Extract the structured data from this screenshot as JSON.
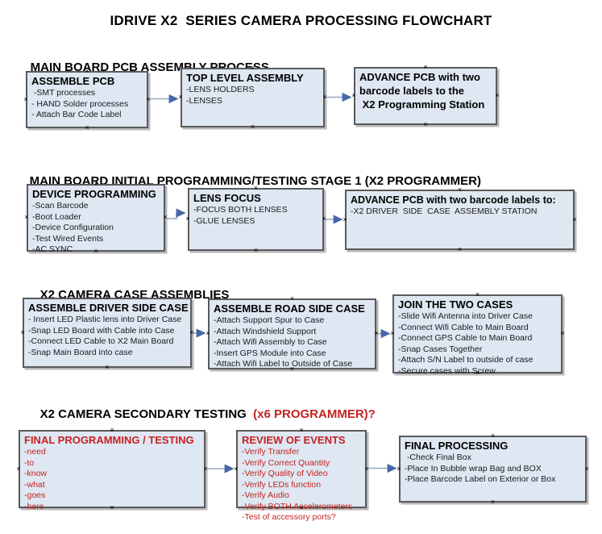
{
  "title": "IDRIVE X2  SERIES CAMERA PROCESSING FLOWCHART",
  "sections": [
    {
      "heading": "MAIN BOARD PCB ASSEMBLY PROCESS",
      "accent": ""
    },
    {
      "heading": "MAIN BOARD INITIAL PROGRAMMING/TESTING STAGE 1 (X2 PROGRAMMER)",
      "accent": ""
    },
    {
      "heading": "X2 CAMERA CASE ASSEMBLIES",
      "accent": ""
    },
    {
      "heading": "X2 CAMERA SECONDARY TESTING  ",
      "accent": "(x6 PROGRAMMER)?"
    }
  ],
  "boxes": [
    {
      "id": "assemble-pcb",
      "title": "ASSEMBLE PCB",
      "items": [
        " -SMT processes",
        "- HAND Solder processes",
        "- Attach Bar Code Label"
      ]
    },
    {
      "id": "top-level-assembly",
      "title": "TOP LEVEL ASSEMBLY",
      "items": [
        "-LENS HOLDERS",
        "-LENSES"
      ]
    },
    {
      "id": "advance-pcb-to-programming-station",
      "title": "ADVANCE PCB with two",
      "items": [
        "barcode labels to the",
        " X2 Programming Station"
      ]
    },
    {
      "id": "device-programming",
      "title": "DEVICE PROGRAMMING",
      "items": [
        "-Scan Barcode",
        "-Boot Loader",
        "-Device Configuration",
        "-Test Wired Events",
        "-AC SYNC"
      ]
    },
    {
      "id": "lens-focus",
      "title": "LENS FOCUS",
      "items": [
        "-FOCUS BOTH LENSES",
        "-GLUE LENSES"
      ]
    },
    {
      "id": "advance-pcb-to-driver-side-station",
      "title": "ADVANCE PCB with two barcode labels to:",
      "items": [
        "-X2 DRIVER  SIDE  CASE  ASSEMBLY STATION"
      ]
    },
    {
      "id": "assemble-driver-side-case",
      "title": "ASSEMBLE DRIVER SIDE CASE",
      "items": [
        "- Insert LED Plastic lens into Driver Case",
        "-Snap LED Board with Cable into Case",
        "-Connect LED Cable to X2 Main Board",
        "-Snap Main Board into case"
      ]
    },
    {
      "id": "assemble-road-side-case",
      "title": "ASSEMBLE ROAD SIDE CASE",
      "items": [
        "-Attach Support Spur to Case",
        "-Attach Windshield Support",
        "-Attach Wifi Assembly to Case",
        "-Insert GPS Module into Case",
        "-Attach Wifi Label to Outside of Case"
      ]
    },
    {
      "id": "join-the-two-cases",
      "title": "JOIN THE TWO CASES",
      "items": [
        "-Slide Wifi Antenna into Driver Case",
        "-Connect Wifi Cable to Main Board",
        "-Connect GPS Cable to Main Board",
        "-Snap Cases Together",
        "-Attach S/N Label to outside of case",
        "-Secure cases with Screw"
      ]
    },
    {
      "id": "final-programming-testing",
      "title": "FINAL PROGRAMMING / TESTING",
      "items": [
        "-need",
        "-to",
        "-know",
        "-what",
        "-goes",
        "-here"
      ]
    },
    {
      "id": "review-of-events",
      "title": "REVIEW OF EVENTS",
      "items": [
        "-Verify Transfer",
        "-Verify Correct Quantity",
        "-Verify Quality of Video",
        "-Verify LEDs function",
        "-Verify Audio",
        "-Verify BOTH Accelerometers",
        "-Test of accessory ports?"
      ]
    },
    {
      "id": "final-processing",
      "title": "FINAL PROCESSING",
      "items": [
        " -Check Final Box",
        "-Place In Bubble wrap Bag and BOX",
        "-Place Barcode Label on Exterior or Box"
      ]
    }
  ],
  "connectors": [
    {
      "from": "ASSEMBLE PCB",
      "to": "TOP LEVEL ASSEMBLY"
    },
    {
      "from": "TOP LEVEL ASSEMBLY",
      "to": "ADVANCE PCB with two barcode labels to the X2 Programming Station"
    },
    {
      "from": "DEVICE PROGRAMMING",
      "to": "LENS FOCUS"
    },
    {
      "from": "LENS FOCUS",
      "to": "ADVANCE PCB with two barcode labels to:"
    },
    {
      "from": "ASSEMBLE DRIVER SIDE CASE",
      "to": "ASSEMBLE ROAD SIDE CASE"
    },
    {
      "from": "ASSEMBLE ROAD SIDE CASE",
      "to": "JOIN THE TWO CASES"
    },
    {
      "from": "FINAL PROGRAMMING / TESTING",
      "to": "REVIEW OF EVENTS"
    },
    {
      "from": "REVIEW OF EVENTS",
      "to": "FINAL PROCESSING"
    }
  ],
  "colors": {
    "background": "#ffffff",
    "box_fill": "#dee7f2",
    "box_border": "#5a5a5a",
    "red_text": "#c42222",
    "connector_line": "#95a6c1",
    "connector_arrow": "#4668a8"
  }
}
